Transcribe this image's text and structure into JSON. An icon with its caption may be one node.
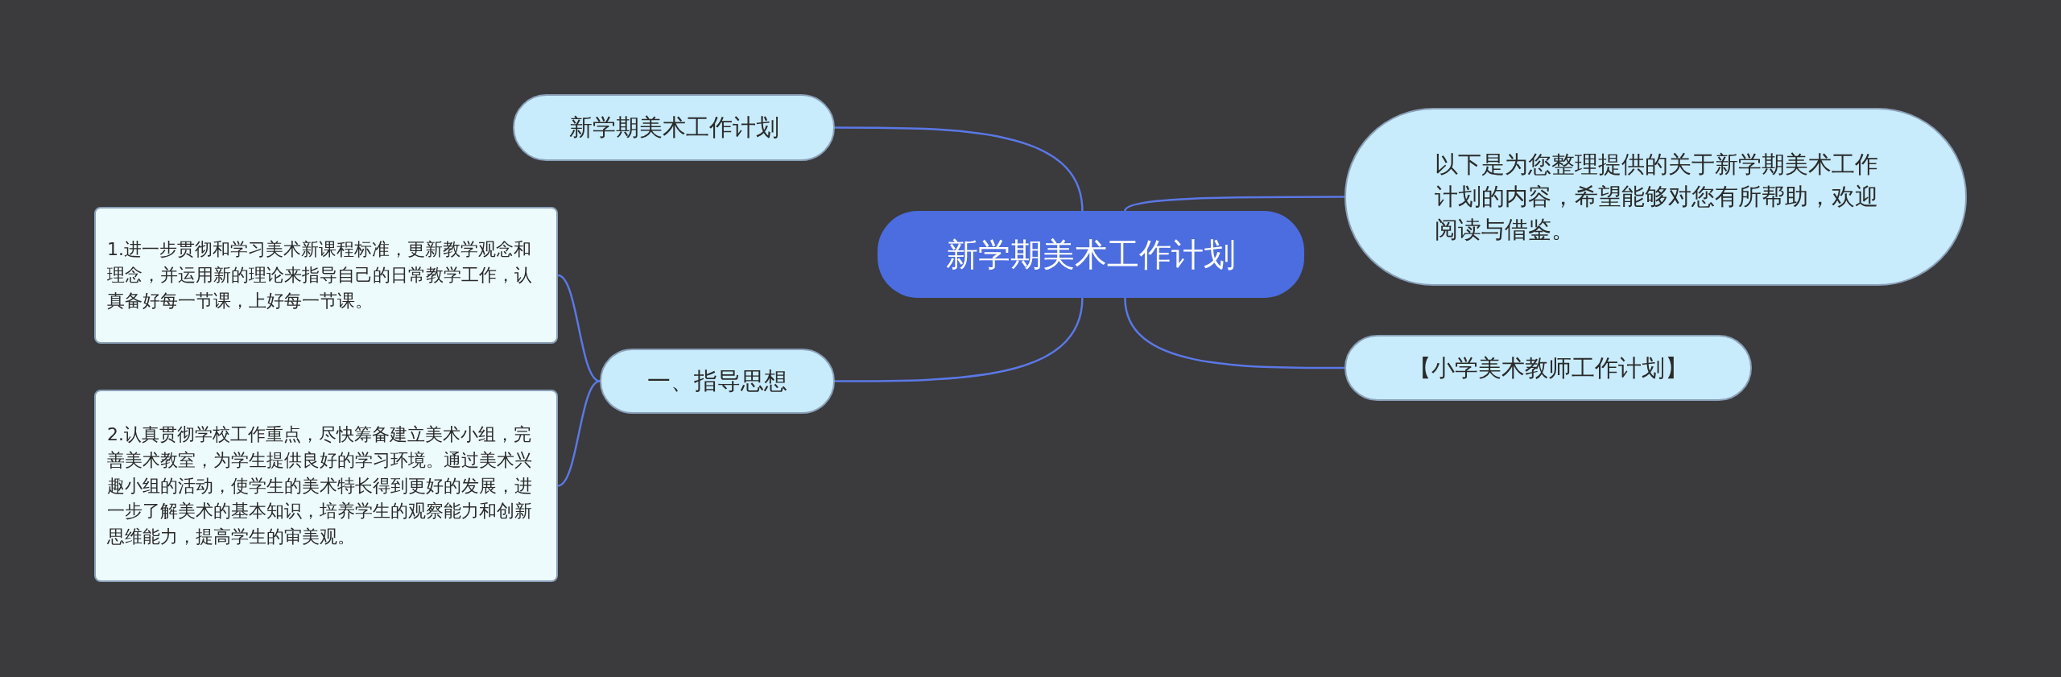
{
  "diagram": {
    "nodes": [
      {
        "text": [
          "新学期美术工作计划"
        ]
      },
      {
        "text": [
          "新学期美术工作计划"
        ]
      },
      {
        "text": [
          "以下是为您整理提供的关于新学期美术工作计划的内容，希望能够对您有所帮助，欢迎阅读与借鉴。"
        ]
      },
      {
        "text": [
          "【小学美术教师工作计划】"
        ]
      },
      {
        "text": [
          "一、指导思想"
        ]
      },
      {
        "text": [
          "1.进一步贯彻和学习美术新课程标准，更新教学观念和理念，并运用新的理论来指导自己的日常教学工作，认真备好每一节课，上好每一节课。"
        ]
      },
      {
        "text": [
          "2.认真贯彻学校工作重点，尽快筹备建立美术小组，完善美术教室，为学生提供良好的学习环境。通过美术兴趣小组的活动，使学生的美术特长得到更好的发展，进一步了解美术的基本知识，培养学生的观察能力和创新思维能力，提高学生的审美观。"
        ]
      }
    ],
    "edges": [
      {
        "from": 0,
        "to": 1,
        "arrow": "none"
      },
      {
        "from": 0,
        "to": 2,
        "arrow": "none"
      },
      {
        "from": 0,
        "to": 3,
        "arrow": "none"
      },
      {
        "from": 0,
        "to": 4,
        "arrow": "none"
      },
      {
        "from": 4,
        "to": 5,
        "arrow": "none"
      },
      {
        "from": 4,
        "to": 6,
        "arrow": "none"
      }
    ]
  }
}
